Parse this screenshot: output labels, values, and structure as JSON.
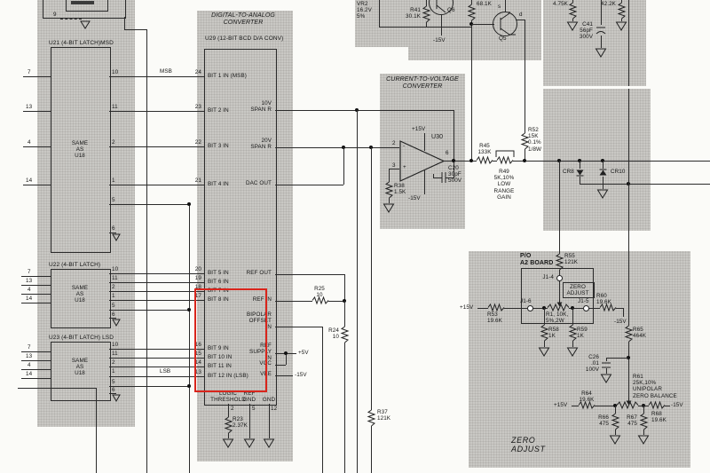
{
  "annotation": {
    "color": "#d9251c"
  },
  "supplies": {
    "p15": "+15V",
    "m15": "-15V",
    "p5": "+5V"
  },
  "reset": {
    "pin": "9"
  },
  "latches": {
    "msb": "MSB",
    "lsb": "LSB",
    "u21": {
      "title": "U21 (4-BIT LATCH)MSD",
      "body": "SAME\nAS\nU18",
      "lp": [
        "7",
        "13",
        "4",
        "14"
      ],
      "rp": [
        "10",
        "11",
        "2",
        "1",
        "5",
        "6"
      ]
    },
    "u22": {
      "title": "U22 (4-BIT LATCH)",
      "body": "SAME\nAS\nU18",
      "lp": [
        "7",
        "13",
        "4",
        "14"
      ],
      "rp": [
        "10",
        "11",
        "2",
        "1",
        "5",
        "6"
      ]
    },
    "u23": {
      "title": "U23 (4-BIT LATCH) LSD",
      "body": "SAME\nAS\nU18",
      "lp": [
        "7",
        "13",
        "4",
        "14"
      ],
      "rp": [
        "10",
        "11",
        "2",
        "1",
        "5",
        "6"
      ]
    }
  },
  "u29": {
    "block_title": "DIGITAL-TO-ANALOG\nCONVERTER",
    "chip": "U29 (12-BIT BCD D/A CONV)",
    "lp": [
      {
        "n": "24",
        "l": "BIT 1 IN (MSB)"
      },
      {
        "n": "23",
        "l": "BIT 2 IN"
      },
      {
        "n": "22",
        "l": "BIT 3 IN"
      },
      {
        "n": "21",
        "l": "BIT 4 IN"
      },
      {
        "n": "20",
        "l": "BIT 5 IN"
      },
      {
        "n": "19",
        "l": "BIT 6 IN"
      },
      {
        "n": "18",
        "l": "BIT 7 IN"
      },
      {
        "n": "17",
        "l": "BIT 8 IN"
      },
      {
        "n": "16",
        "l": "BIT 9 IN"
      },
      {
        "n": "15",
        "l": "BIT 10 IN"
      },
      {
        "n": "14",
        "l": "BIT 11 IN"
      },
      {
        "n": "13",
        "l": "BIT 12 IN (LSB)"
      }
    ],
    "r": [
      "10V\nSPAN R",
      "20V\nSPAN R",
      "DAC OUT",
      "REF OUT",
      "REF IN",
      "BIPOLAR\nOFFSET\nIN",
      "REF\nSUPPLY\nIN",
      "VCC",
      "VEE"
    ],
    "b": [
      {
        "l": "LOGIC\nTHRESHOLD",
        "n": "2"
      },
      {
        "l": "REF\nGND",
        "n": "5"
      },
      {
        "l": "GND",
        "n": "12"
      }
    ]
  },
  "parts": {
    "r23": "R23\n2.37K",
    "r25": "R25\n10",
    "r24": "R24\n10",
    "r37": "R37\n121K",
    "vr2": "VR2\n16.2V\n5%",
    "r41": "R41\n30.1K",
    "q6": "Q6",
    "r_68": "68.1K",
    "q5": "Q5",
    "qs": "s",
    "qd": "d",
    "r475": "4.75K",
    "c41": "C41\n56pF\n300V",
    "r422": "42.2K",
    "r45": "R45\n133K",
    "r49": "R49\n5K,10%\nLOW\nRANGE\nGAIN",
    "r52": "R52\n15K\n0.1%\n1/8W",
    "cr8": "CR8",
    "cr10": "CR10",
    "r38": "R38\n1.5K",
    "c20": "C20\n30pF\n500V"
  },
  "ctv": {
    "title": "CURRENT-TO-VOLTAGE\nCONVERTER",
    "u30": "U30",
    "pin2": "2",
    "pin3": "3",
    "pin6": "6",
    "minus": "-",
    "plus": "+"
  },
  "a2": {
    "po": "P/O\nA2 BOARD",
    "r55": "R55\n121K",
    "j14": "J1-4",
    "zero_box": "ZERO\nADJUST",
    "r53": "R53\n19.6K",
    "j16": "J1-6",
    "r1": "R1, 10K,\n5%,2W",
    "j15": "J1-5",
    "r60": "R60\n19.6K",
    "r58": "R58\n1K",
    "r59": "R59\n1K",
    "r65": "R65\n464K",
    "c26": "C26\n.01\n100V",
    "r64": "R64\n19.6K",
    "r61": "R61\n25K,10%\nUNIPOLAR\nZERO BALANCE",
    "r66": "R66\n475",
    "r67": "R67\n475",
    "r68": "R68\n19.6K",
    "zero_script": "ZERO\nADJUST"
  }
}
